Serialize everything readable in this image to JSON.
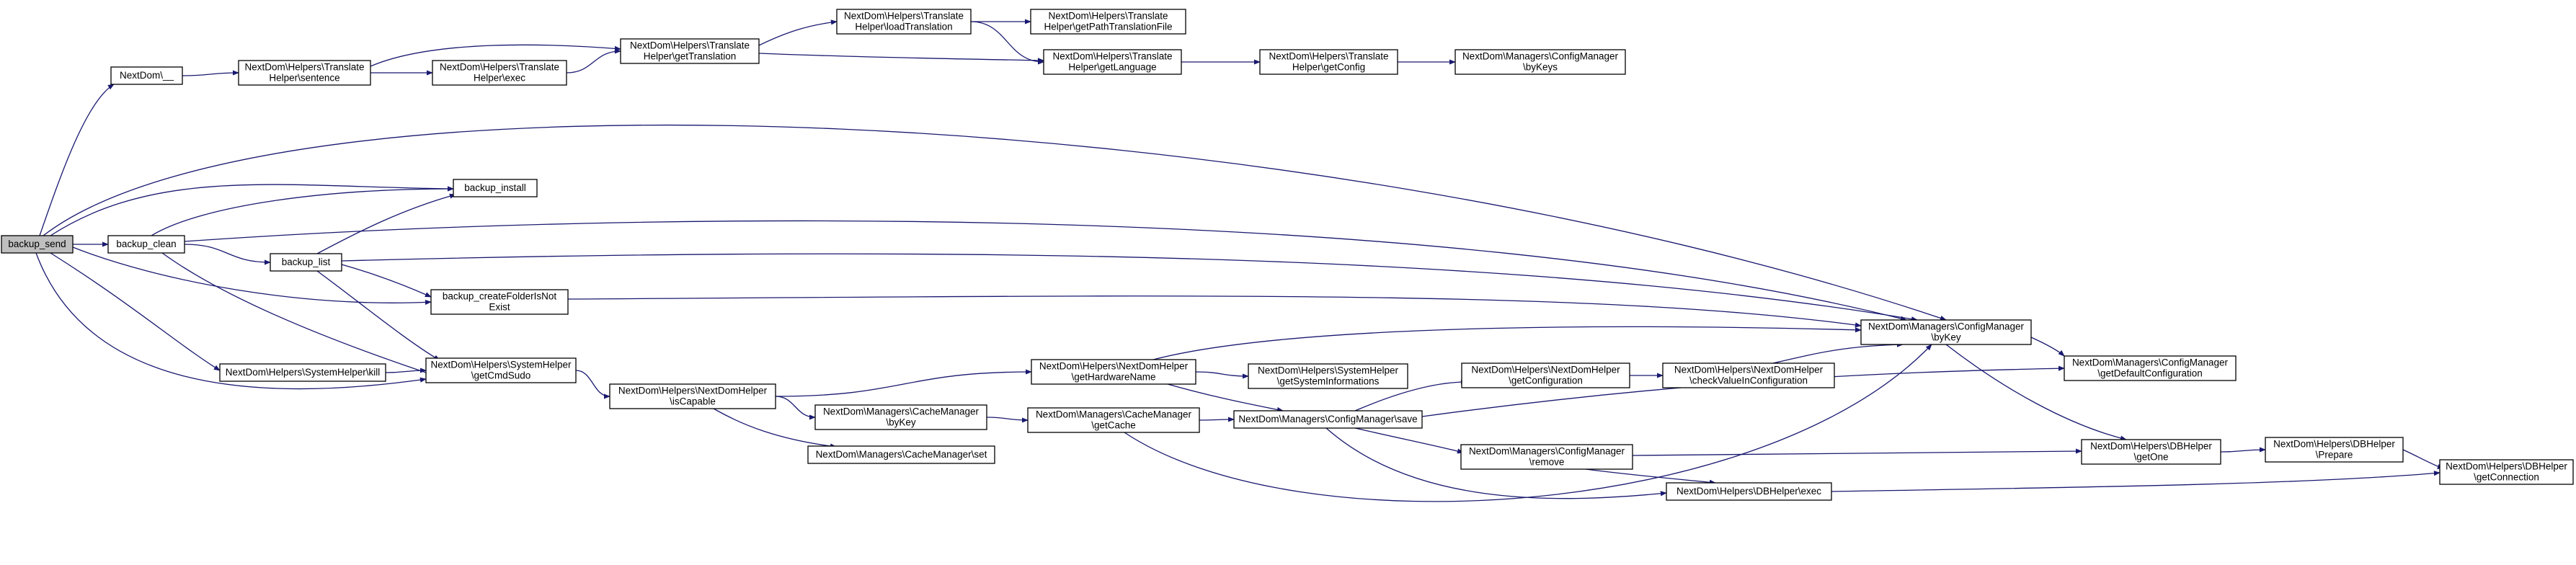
{
  "diagram": {
    "nodes": [
      {
        "id": "backup_send",
        "lines": [
          "backup_send"
        ],
        "root": true
      },
      {
        "id": "nextdom_underscore",
        "lines": [
          "NextDom\\__"
        ]
      },
      {
        "id": "translate_sentence",
        "lines": [
          "NextDom\\Helpers\\Translate",
          "Helper\\sentence"
        ]
      },
      {
        "id": "translate_exec",
        "lines": [
          "NextDom\\Helpers\\Translate",
          "Helper\\exec"
        ]
      },
      {
        "id": "translate_getTranslation",
        "lines": [
          "NextDom\\Helpers\\Translate",
          "Helper\\getTranslation"
        ]
      },
      {
        "id": "translate_loadTranslation",
        "lines": [
          "NextDom\\Helpers\\Translate",
          "Helper\\loadTranslation"
        ]
      },
      {
        "id": "translate_getPathTranslationFile",
        "lines": [
          "NextDom\\Helpers\\Translate",
          "Helper\\getPathTranslationFile"
        ]
      },
      {
        "id": "translate_getLanguage",
        "lines": [
          "NextDom\\Helpers\\Translate",
          "Helper\\getLanguage"
        ]
      },
      {
        "id": "translate_getConfig",
        "lines": [
          "NextDom\\Helpers\\Translate",
          "Helper\\getConfig"
        ]
      },
      {
        "id": "config_byKeys",
        "lines": [
          "NextDom\\Managers\\ConfigManager",
          "\\byKeys"
        ]
      },
      {
        "id": "backup_install",
        "lines": [
          "backup_install"
        ]
      },
      {
        "id": "backup_clean",
        "lines": [
          "backup_clean"
        ]
      },
      {
        "id": "backup_list",
        "lines": [
          "backup_list"
        ]
      },
      {
        "id": "backup_createFolder",
        "lines": [
          "backup_createFolderIsNot",
          "Exist"
        ]
      },
      {
        "id": "system_kill",
        "lines": [
          "NextDom\\Helpers\\SystemHelper\\kill"
        ]
      },
      {
        "id": "system_getCmdSudo",
        "lines": [
          "NextDom\\Helpers\\SystemHelper",
          "\\getCmdSudo"
        ]
      },
      {
        "id": "nextdom_isCapable",
        "lines": [
          "NextDom\\Helpers\\NextDomHelper",
          "\\isCapable"
        ]
      },
      {
        "id": "nextdom_getHardwareName",
        "lines": [
          "NextDom\\Helpers\\NextDomHelper",
          "\\getHardwareName"
        ]
      },
      {
        "id": "system_getSystemInformations",
        "lines": [
          "NextDom\\Helpers\\SystemHelper",
          "\\getSystemInformations"
        ]
      },
      {
        "id": "cache_byKey",
        "lines": [
          "NextDom\\Managers\\CacheManager",
          "\\byKey"
        ]
      },
      {
        "id": "cache_set",
        "lines": [
          "NextDom\\Managers\\CacheManager\\set"
        ]
      },
      {
        "id": "cache_getCache",
        "lines": [
          "NextDom\\Managers\\CacheManager",
          "\\getCache"
        ]
      },
      {
        "id": "config_save",
        "lines": [
          "NextDom\\Managers\\ConfigManager\\save"
        ]
      },
      {
        "id": "nextdom_getConfiguration",
        "lines": [
          "NextDom\\Helpers\\NextDomHelper",
          "\\getConfiguration"
        ]
      },
      {
        "id": "nextdom_checkValueInConfiguration",
        "lines": [
          "NextDom\\Helpers\\NextDomHelper",
          "\\checkValueInConfiguration"
        ]
      },
      {
        "id": "config_remove",
        "lines": [
          "NextDom\\Managers\\ConfigManager",
          "\\remove"
        ]
      },
      {
        "id": "db_exec",
        "lines": [
          "NextDom\\Helpers\\DBHelper\\exec"
        ]
      },
      {
        "id": "config_byKey",
        "lines": [
          "NextDom\\Managers\\ConfigManager",
          "\\byKey"
        ]
      },
      {
        "id": "config_getDefaultConfiguration",
        "lines": [
          "NextDom\\Managers\\ConfigManager",
          "\\getDefaultConfiguration"
        ]
      },
      {
        "id": "db_getOne",
        "lines": [
          "NextDom\\Helpers\\DBHelper",
          "\\getOne"
        ]
      },
      {
        "id": "db_prepare",
        "lines": [
          "NextDom\\Helpers\\DBHelper",
          "\\Prepare"
        ]
      },
      {
        "id": "db_getConnection",
        "lines": [
          "NextDom\\Helpers\\DBHelper",
          "\\getConnection"
        ]
      }
    ],
    "edges": [
      [
        "backup_send",
        "nextdom_underscore"
      ],
      [
        "backup_send",
        "config_byKey"
      ],
      [
        "backup_send",
        "backup_install"
      ],
      [
        "backup_send",
        "backup_clean"
      ],
      [
        "backup_send",
        "backup_createFolder"
      ],
      [
        "backup_send",
        "system_kill"
      ],
      [
        "backup_send",
        "system_getCmdSudo"
      ],
      [
        "nextdom_underscore",
        "translate_sentence"
      ],
      [
        "translate_sentence",
        "translate_exec"
      ],
      [
        "translate_sentence",
        "translate_getTranslation"
      ],
      [
        "translate_exec",
        "translate_getTranslation"
      ],
      [
        "translate_getTranslation",
        "translate_loadTranslation"
      ],
      [
        "translate_getTranslation",
        "translate_getLanguage"
      ],
      [
        "translate_loadTranslation",
        "translate_getPathTranslationFile"
      ],
      [
        "translate_loadTranslation",
        "translate_getLanguage"
      ],
      [
        "translate_getLanguage",
        "translate_getConfig"
      ],
      [
        "translate_getConfig",
        "config_byKeys"
      ],
      [
        "backup_clean",
        "backup_install"
      ],
      [
        "backup_clean",
        "backup_list"
      ],
      [
        "backup_clean",
        "config_byKey"
      ],
      [
        "backup_clean",
        "system_getCmdSudo"
      ],
      [
        "backup_list",
        "backup_install"
      ],
      [
        "backup_list",
        "backup_createFolder"
      ],
      [
        "backup_list",
        "config_byKey"
      ],
      [
        "backup_list",
        "system_getCmdSudo"
      ],
      [
        "backup_createFolder",
        "config_byKey"
      ],
      [
        "system_kill",
        "system_getCmdSudo"
      ],
      [
        "system_getCmdSudo",
        "nextdom_isCapable"
      ],
      [
        "nextdom_isCapable",
        "nextdom_getHardwareName"
      ],
      [
        "nextdom_isCapable",
        "cache_byKey"
      ],
      [
        "nextdom_isCapable",
        "cache_set"
      ],
      [
        "nextdom_getHardwareName",
        "config_byKey"
      ],
      [
        "nextdom_getHardwareName",
        "system_getSystemInformations"
      ],
      [
        "nextdom_getHardwareName",
        "config_save"
      ],
      [
        "cache_byKey",
        "cache_getCache"
      ],
      [
        "cache_getCache",
        "config_save"
      ],
      [
        "cache_getCache",
        "config_byKey"
      ],
      [
        "config_save",
        "nextdom_getConfiguration"
      ],
      [
        "config_save",
        "config_remove"
      ],
      [
        "config_save",
        "db_exec"
      ],
      [
        "config_save",
        "config_getDefaultConfiguration"
      ],
      [
        "nextdom_getConfiguration",
        "nextdom_checkValueInConfiguration"
      ],
      [
        "nextdom_checkValueInConfiguration",
        "config_byKey"
      ],
      [
        "config_remove",
        "db_getOne"
      ],
      [
        "config_remove",
        "db_exec"
      ],
      [
        "config_byKey",
        "config_getDefaultConfiguration"
      ],
      [
        "config_byKey",
        "db_getOne"
      ],
      [
        "db_getOne",
        "db_prepare"
      ],
      [
        "db_prepare",
        "db_getConnection"
      ],
      [
        "db_exec",
        "db_getConnection"
      ]
    ]
  },
  "colors": {
    "edge": "#191970",
    "root_fill": "#bfbfbf",
    "node_fill": "#ffffff",
    "node_border": "#000000"
  }
}
